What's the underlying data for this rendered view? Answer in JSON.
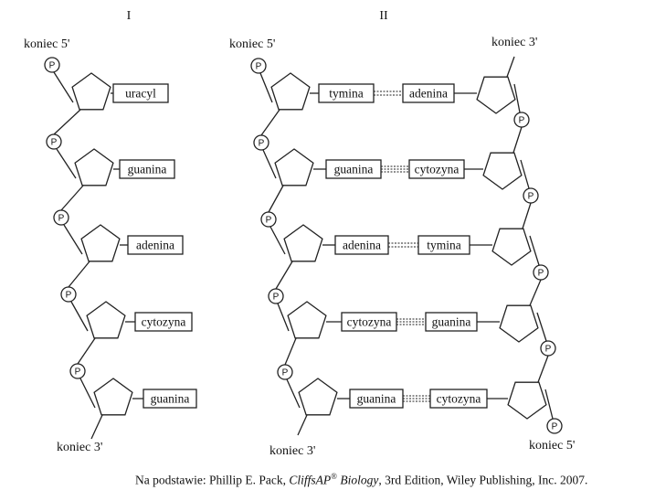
{
  "panel_I": {
    "title": "I",
    "end_top": "koniec 5'",
    "end_bottom": "koniec 3'",
    "bases": [
      "uracyl",
      "guanina",
      "adenina",
      "cytozyna",
      "guanina"
    ]
  },
  "panel_II": {
    "title": "II",
    "left_end_top": "koniec 5'",
    "left_end_bottom": "koniec 3'",
    "right_end_top": "koniec 3'",
    "right_end_bottom": "koniec 5'",
    "pairs": [
      {
        "left": "tymina",
        "right": "adenina"
      },
      {
        "left": "guanina",
        "right": "cytozyna"
      },
      {
        "left": "adenina",
        "right": "tymina"
      },
      {
        "left": "cytozyna",
        "right": "guanina"
      },
      {
        "left": "guanina",
        "right": "cytozyna"
      }
    ]
  },
  "phosphate_symbol": "P",
  "credit": {
    "prefix": "Na podstawie: Phillip E. Pack, ",
    "book": "CliffsAP",
    "reg": "®",
    "book2": " Biology",
    "suffix": ", 3rd Edition, Wiley Publishing, Inc. 2007."
  }
}
